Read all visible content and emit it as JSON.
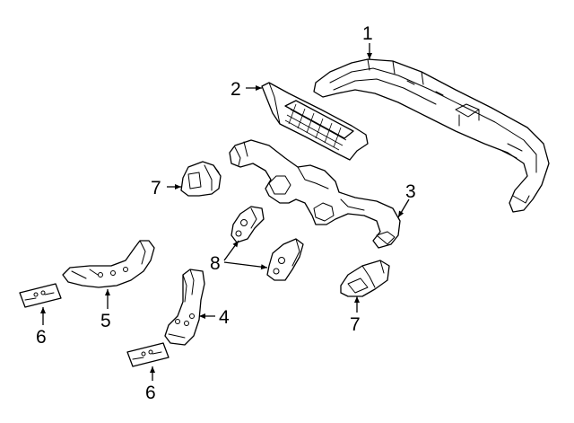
{
  "callouts": {
    "c1": "1",
    "c2": "2",
    "c3": "3",
    "c4": "4",
    "c5": "5",
    "c6a": "6",
    "c6b": "6",
    "c7a": "7",
    "c7b": "7",
    "c8": "8"
  },
  "colors": {
    "line": "#000000",
    "background": "#ffffff"
  }
}
